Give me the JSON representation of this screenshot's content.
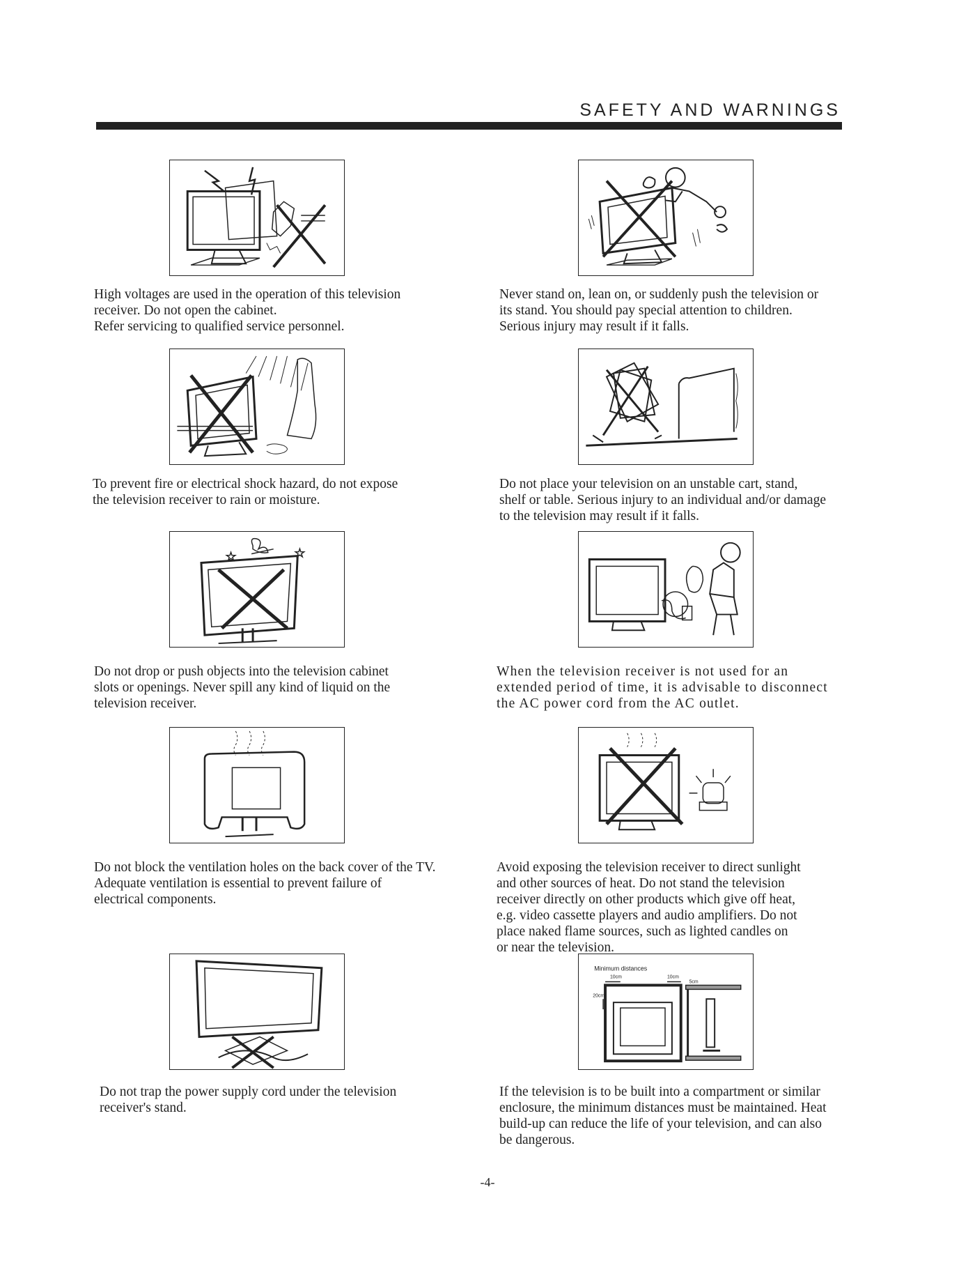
{
  "header": {
    "title": "SAFETY AND WARNINGS"
  },
  "sections": [
    {
      "caption": "High voltages are used in the operation of this television\nreceiver. Do not open the cabinet.\nRefer servicing to qualified service personnel."
    },
    {
      "caption": "Never stand on, lean on, or suddenly push the television or\nits stand. You should pay special attention to children.\nSerious injury may result if it  falls."
    },
    {
      "caption": "To prevent fire or electrical shock hazard, do not expose\nthe television receiver to rain or moisture."
    },
    {
      "caption": "Do not place your television on an unstable cart, stand,\nshelf or table. Serious injury to an individual and/or damage\nto the television may result if it falls."
    },
    {
      "caption": "Do not drop or push objects into the television cabinet\nslots or openings. Never spill any kind of liquid on the\ntelevision receiver."
    },
    {
      "caption": "When the television receiver is not used for an\nextended period of  time, it is advisable to disconnect\nthe AC power cord from the AC outlet."
    },
    {
      "caption": "Do not block the ventilation holes on the back cover of the TV.\nAdequate ventilation is essential to prevent failure of\nelectrical components."
    },
    {
      "caption": "Avoid exposing the television receiver to direct sunlight\nand other sources of heat. Do not stand the television\nreceiver directly on other products which give off heat,\ne.g. video cassette players and audio amplifiers. Do not\nplace naked flame sources, such as lighted candles on\nor near  the television."
    },
    {
      "caption": "Do not trap the power supply cord under the television\nreceiver's stand."
    },
    {
      "caption": "If the television is to be built into a compartment or similar\nenclosure, the minimum distances must be maintained. Heat\nbuild-up can reduce the life of your television, and can also\nbe dangerous."
    }
  ],
  "diagram_labels": {
    "title": "Minimum distances",
    "d1": "10cm",
    "d2": "10cm",
    "d3": "5cm",
    "d4": "20cm"
  },
  "footer": {
    "page_number": "-4-"
  }
}
